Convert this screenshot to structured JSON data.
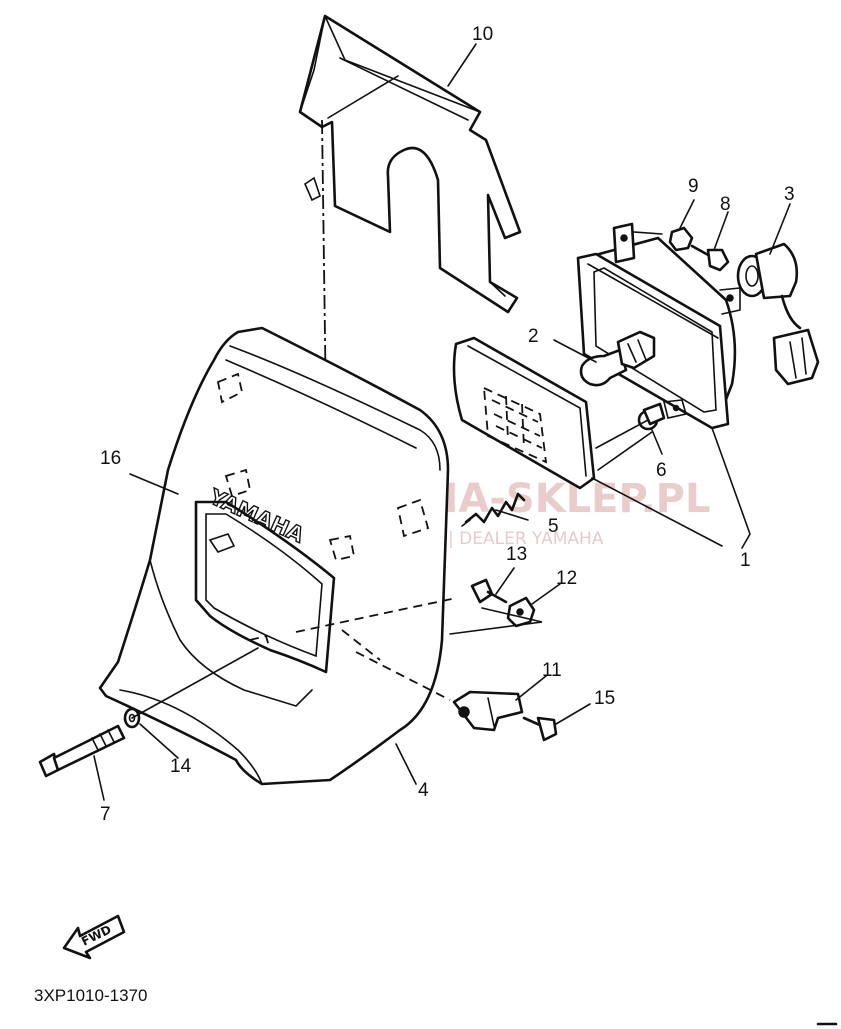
{
  "diagram_code": "3XP1010-1370",
  "watermark": {
    "main": "YAMAHA-SKLEP.PL",
    "sub": "WOJCIECHOWSKI | DEALER YAMAHA"
  },
  "brand_on_cowl": "YAMAHA",
  "fwd_label": "FWD",
  "callouts": [
    {
      "id": "p1",
      "label": "1"
    },
    {
      "id": "p2",
      "label": "2"
    },
    {
      "id": "p3",
      "label": "3"
    },
    {
      "id": "p4",
      "label": "4"
    },
    {
      "id": "p5",
      "label": "5"
    },
    {
      "id": "p6",
      "label": "6"
    },
    {
      "id": "p7",
      "label": "7"
    },
    {
      "id": "p8",
      "label": "8"
    },
    {
      "id": "p9",
      "label": "9"
    },
    {
      "id": "p10",
      "label": "10"
    },
    {
      "id": "p11",
      "label": "11"
    },
    {
      "id": "p12",
      "label": "12"
    },
    {
      "id": "p13",
      "label": "13"
    },
    {
      "id": "p14",
      "label": "14"
    },
    {
      "id": "p15",
      "label": "15"
    },
    {
      "id": "p16",
      "label": "16"
    }
  ]
}
